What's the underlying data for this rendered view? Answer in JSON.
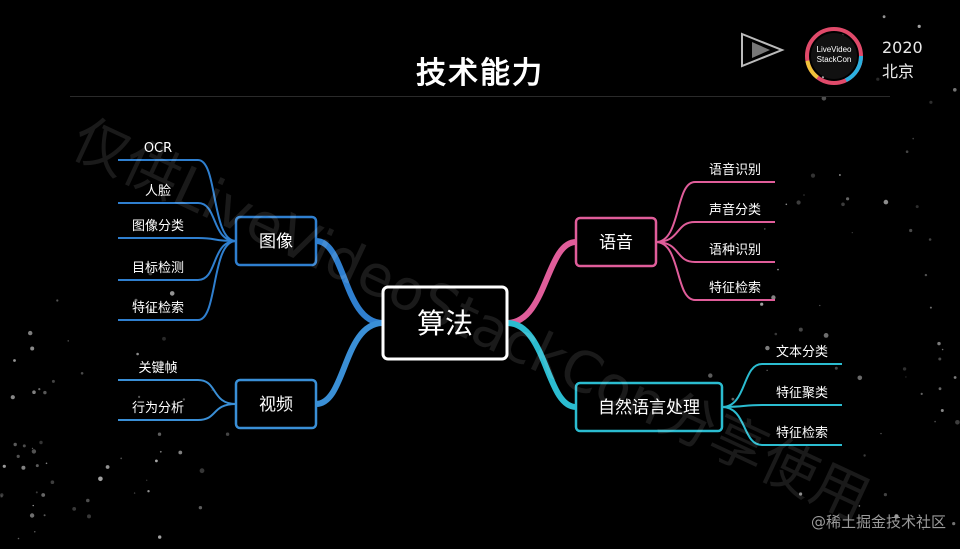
{
  "title": "技术能力",
  "event": {
    "year": "2020",
    "city": "北京"
  },
  "watermark": "仅供LiveVideoStackCon分享使用",
  "credit": "@稀土掘金技术社区",
  "colors": {
    "image_branch": "#2f7fcf",
    "video_branch": "#3a8fd6",
    "speech_branch": "#e05d9a",
    "nlp_branch": "#2bbcd0"
  },
  "mindmap": {
    "root": "算法",
    "branches": [
      {
        "label": "图像",
        "leaves": [
          "OCR",
          "人脸",
          "图像分类",
          "目标检测",
          "特征检索"
        ]
      },
      {
        "label": "视频",
        "leaves": [
          "关键帧",
          "行为分析"
        ]
      },
      {
        "label": "语音",
        "leaves": [
          "语音识别",
          "声音分类",
          "语种识别",
          "特征检索"
        ]
      },
      {
        "label": "自然语言处理",
        "leaves": [
          "文本分类",
          "特征聚类",
          "特征检索"
        ]
      }
    ]
  }
}
